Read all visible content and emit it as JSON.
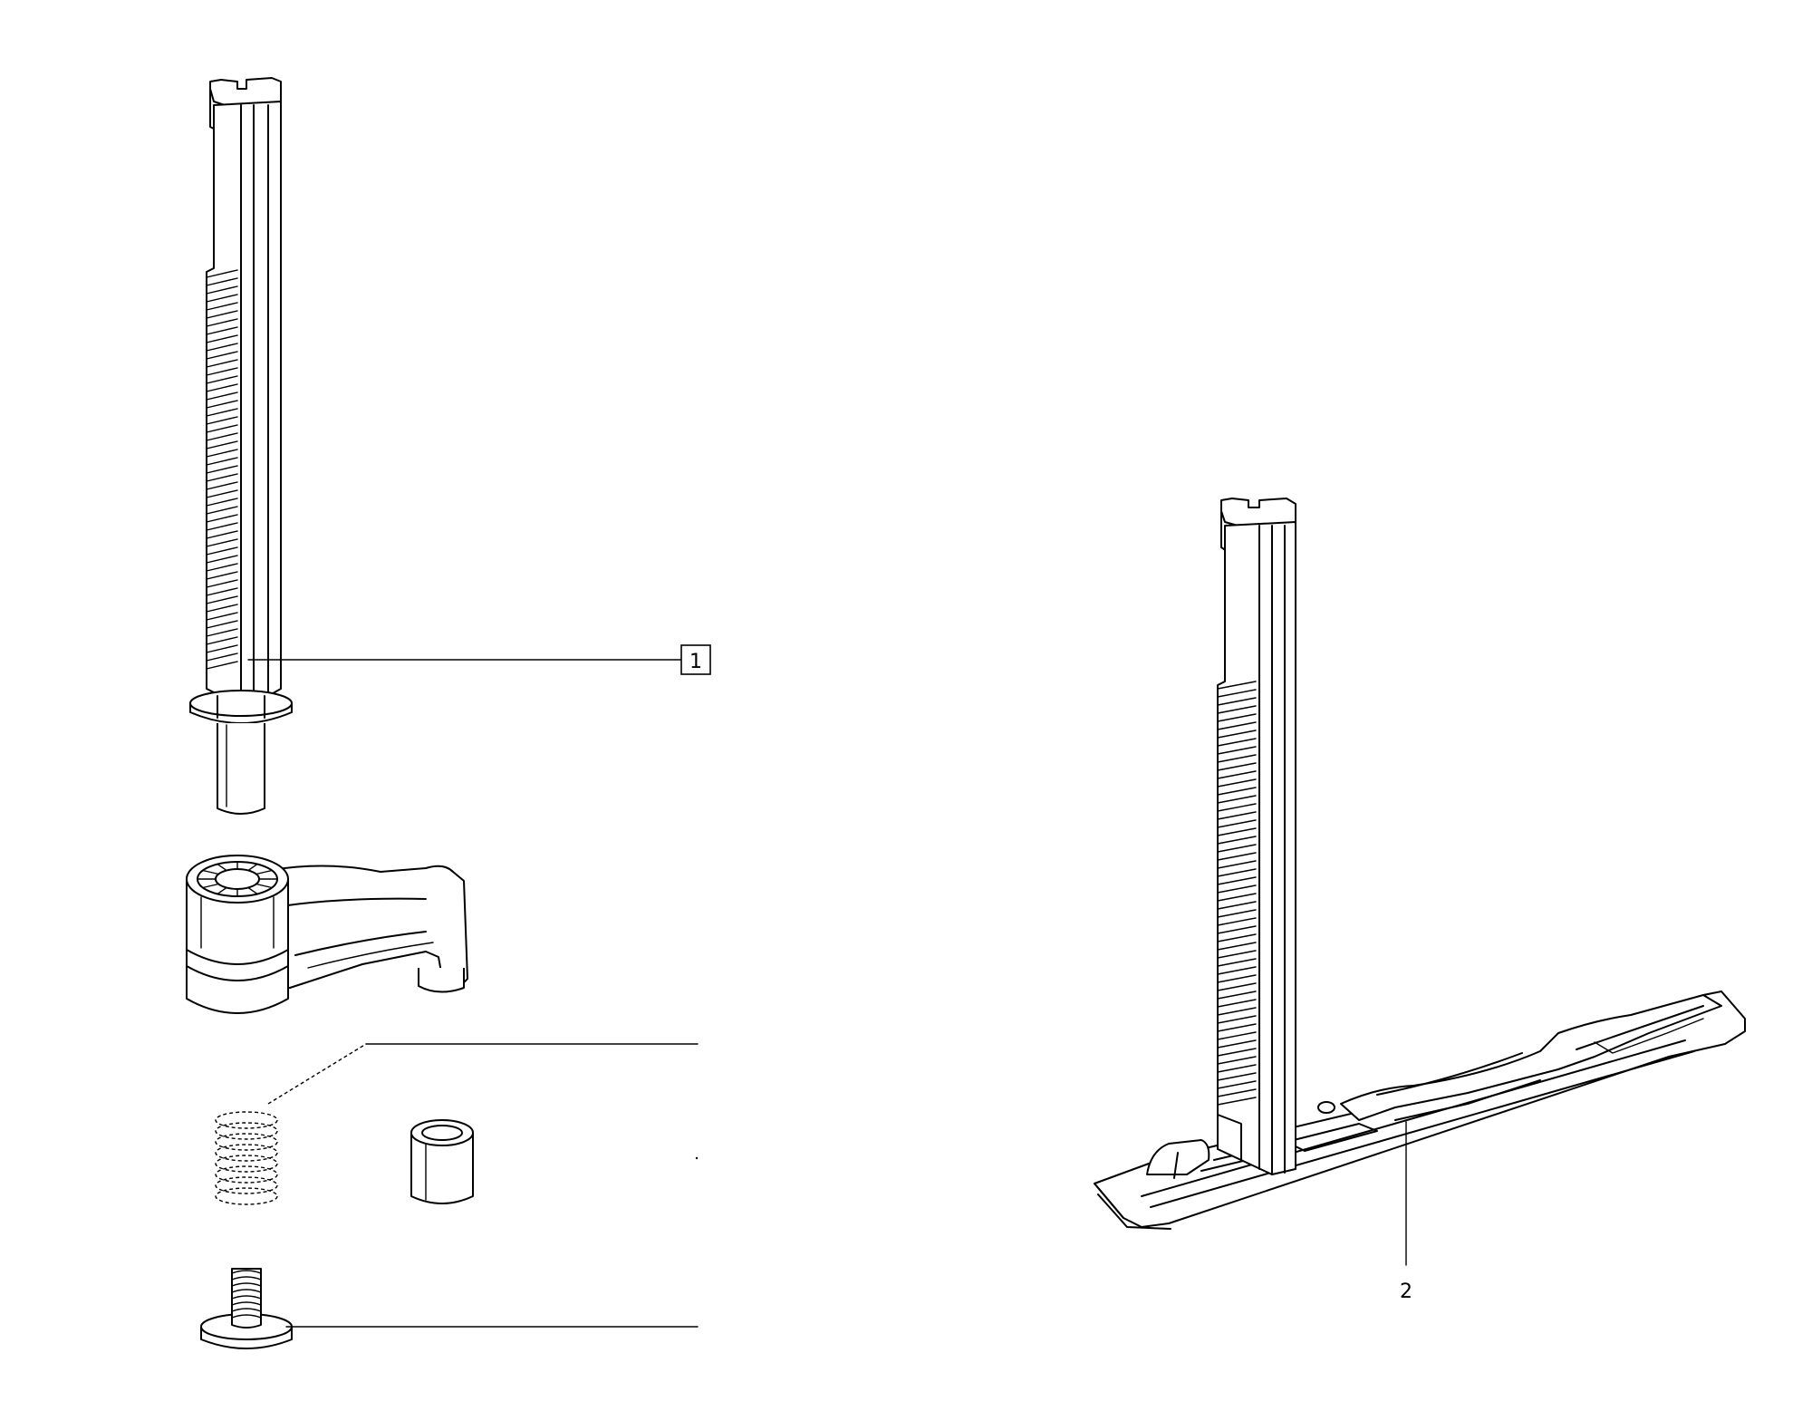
{
  "diagram": {
    "callouts": [
      {
        "id": "1",
        "label": "1",
        "boxed": true
      },
      {
        "id": "2",
        "label": "2",
        "boxed": false
      }
    ],
    "parts": [
      "rack-shaft",
      "crank-lever",
      "compression-spring",
      "sleeve",
      "shoulder-screw",
      "base-with-rack"
    ]
  },
  "colors": {
    "line": "#000000",
    "background": "#ffffff"
  }
}
